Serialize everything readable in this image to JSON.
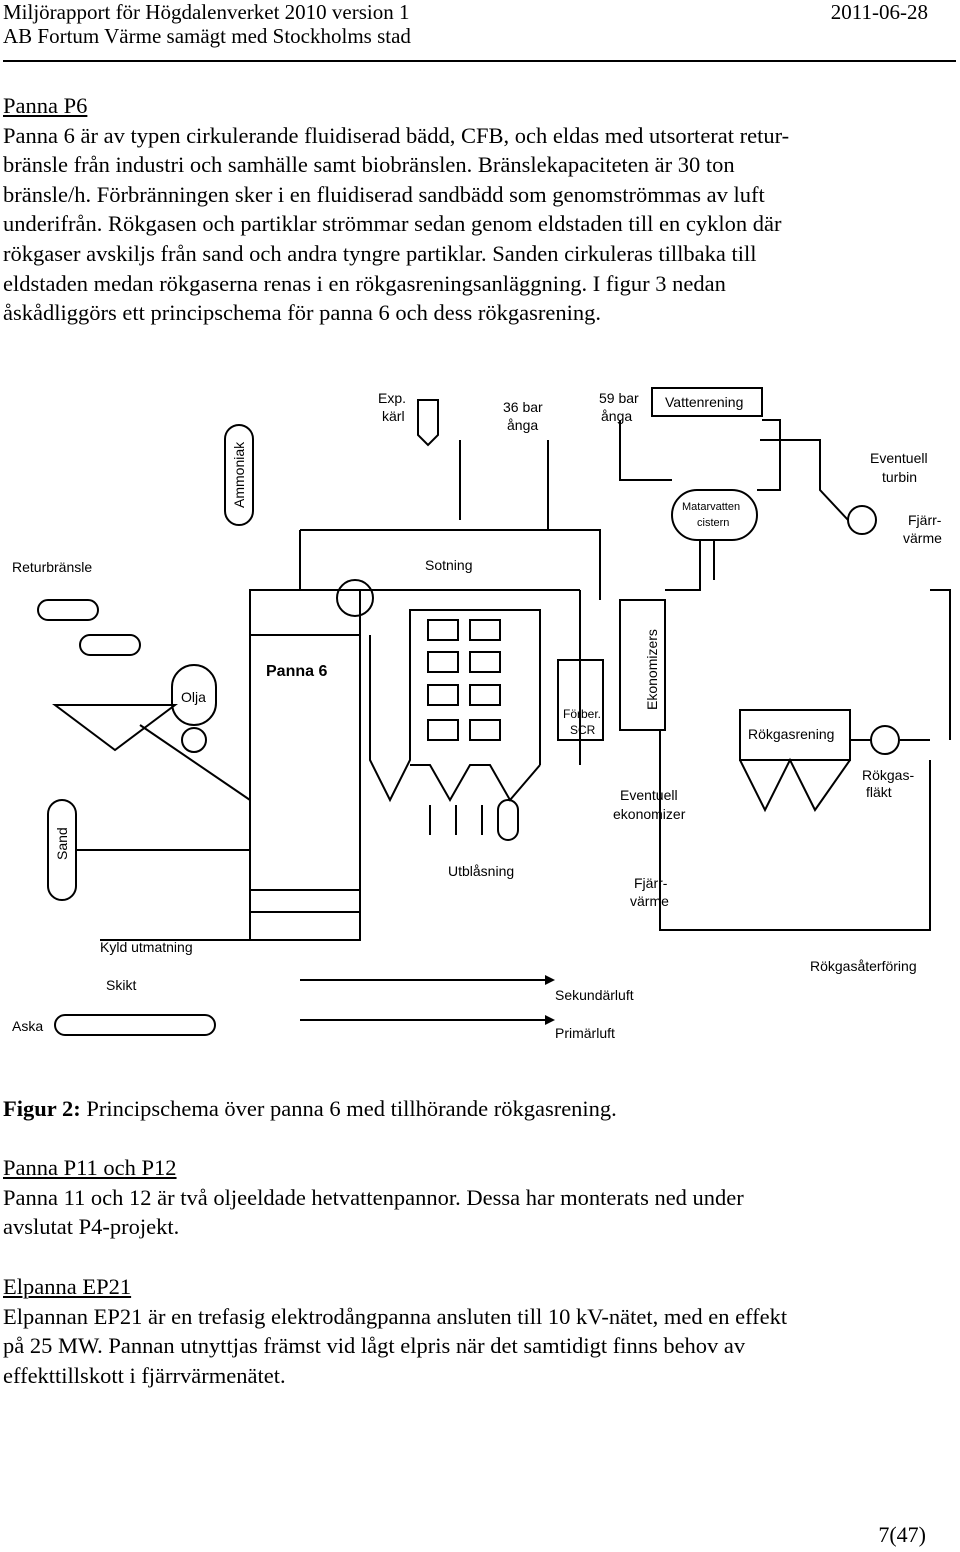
{
  "header": {
    "left1": "Miljörapport för Högdalenverket 2010 version 1",
    "right1": "2011-06-28",
    "left2": "AB Fortum Värme samägt med Stockholms stad"
  },
  "section_p6": {
    "heading": "Panna P6",
    "lines": [
      "Panna 6 är av typen cirkulerande fluidiserad bädd, CFB, och eldas med utsorterat retur-",
      "bränsle från industri och samhälle samt biobränslen. Bränslekapaciteten är 30 ton",
      "bränsle/h. Förbränningen sker i en fluidiserad sandbädd som genomströmmas av luft",
      "underifrån. Rökgasen och partiklar strömmar sedan genom eldstaden till en cyklon där",
      "rökgaser avskiljs från sand och andra tyngre partiklar. Sanden cirkuleras tillbaka till",
      "eldstaden medan rökgaserna renas i en rökgasreningsanläggning. I figur 3 nedan",
      "åskådliggörs ett principschema för panna 6 och dess rökgasrening."
    ]
  },
  "diagram": {
    "labels": {
      "exp1": "Exp.",
      "exp2": "kärl",
      "bar36a": "36 bar",
      "bar36b": "ånga",
      "bar59a": "59 bar",
      "bar59b": "ånga",
      "vattenrening": "Vattenrening",
      "eventuell1": "Eventuell",
      "turbin": "turbin",
      "matarvatten1": "Matarvatten",
      "matarvatten2": "cistern",
      "fjarr1": "Fjärr-",
      "fjarr2": "värme",
      "ammoniak": "Ammoniak",
      "returbransle": "Returbränsle",
      "sotning": "Sotning",
      "panna6": "Panna 6",
      "olja": "Olja",
      "ekonomizers": "Ekonomizers",
      "forber1": "Förber.",
      "forber2": "SCR",
      "rokgasrening": "Rökgasrening",
      "rokgas1": "Rökgas-",
      "rokgas2": "fläkt",
      "sand": "Sand",
      "eventuell_ek1": "Eventuell",
      "eventuell_ek2": "ekonomizer",
      "utblasning": "Utblåsning",
      "fjarr3": "Fjärr-",
      "fjarr4": "värme",
      "kyld": "Kyld utmatning",
      "rokgasaterforing": "Rökgasåterföring",
      "skikt": "Skikt",
      "sekundarluft": "Sekundärluft",
      "aska": "Aska",
      "primarluft": "Primärluft"
    }
  },
  "caption": {
    "bold": "Figur 2:",
    "text": " Principschema över panna 6 med tillhörande rökgasrening."
  },
  "section_p11": {
    "heading": "Panna P11 och P12",
    "lines": [
      "Panna 11 och 12 är två oljeeldade hetvattenpannor. Dessa har monterats ned under",
      "avslutat P4-projekt."
    ]
  },
  "section_ep21": {
    "heading": "Elpanna EP21",
    "lines": [
      "Elpannan EP21 är en trefasig elektrodångpanna ansluten till 10 kV-nätet, med en effekt",
      "på 25 MW. Pannan utnyttjas främst vid lågt elpris när det samtidigt finns behov av",
      "effekttillskott i fjärrvärmenätet."
    ]
  },
  "page_number": "7(47)"
}
